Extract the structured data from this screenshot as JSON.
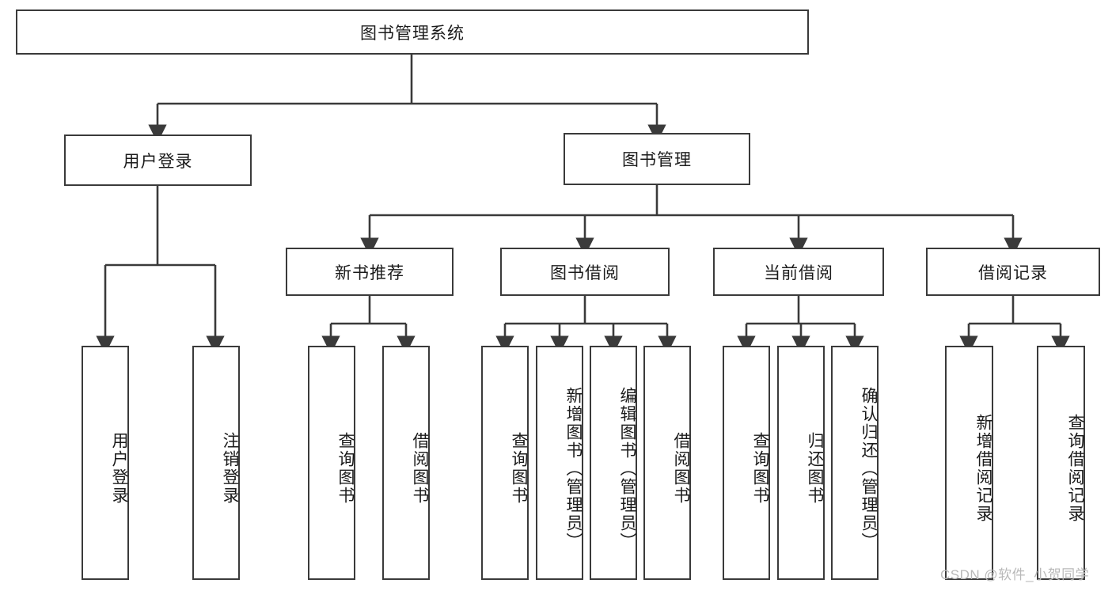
{
  "diagram": {
    "type": "tree-hierarchy-flowchart",
    "title_node": {
      "label": "图书管理系统"
    },
    "level2": [
      {
        "id": "user-login",
        "label": "用户登录"
      },
      {
        "id": "book-management",
        "label": "图书管理"
      }
    ],
    "level3": [
      {
        "id": "new-book-recommend",
        "label": "新书推荐"
      },
      {
        "id": "book-borrow",
        "label": "图书借阅"
      },
      {
        "id": "current-borrow",
        "label": "当前借阅"
      },
      {
        "id": "borrow-record",
        "label": "借阅记录"
      }
    ],
    "leaves": {
      "user_login": [
        {
          "id": "leaf-user-login",
          "label": "用户登录"
        },
        {
          "id": "leaf-logout-login",
          "label": "注销登录"
        }
      ],
      "new_book_recommend": [
        {
          "id": "leaf-query-book-1",
          "label": "查询图书"
        },
        {
          "id": "leaf-borrow-book-1",
          "label": "借阅图书"
        }
      ],
      "book_borrow": [
        {
          "id": "leaf-query-book-2",
          "label": "查询图书"
        },
        {
          "id": "leaf-add-book",
          "label": "新增图书（管理员）"
        },
        {
          "id": "leaf-edit-book",
          "label": "编辑图书（管理员）"
        },
        {
          "id": "leaf-borrow-book-2",
          "label": "借阅图书"
        }
      ],
      "current_borrow": [
        {
          "id": "leaf-query-book-3",
          "label": "查询图书"
        },
        {
          "id": "leaf-return-book",
          "label": "归还图书"
        },
        {
          "id": "leaf-confirm-return",
          "label": "确认归还（管理员）"
        }
      ],
      "borrow_record": [
        {
          "id": "leaf-add-record",
          "label": "新增借阅记录"
        },
        {
          "id": "leaf-query-record",
          "label": "查询借阅记录"
        }
      ]
    },
    "watermark": "CSDN @软件_小贺同学",
    "colors": {
      "border": "#3a3a3a",
      "text": "#1b1b1b",
      "background": "#ffffff",
      "connector": "#3a3a3a",
      "watermark": "#b9b9b9"
    }
  }
}
